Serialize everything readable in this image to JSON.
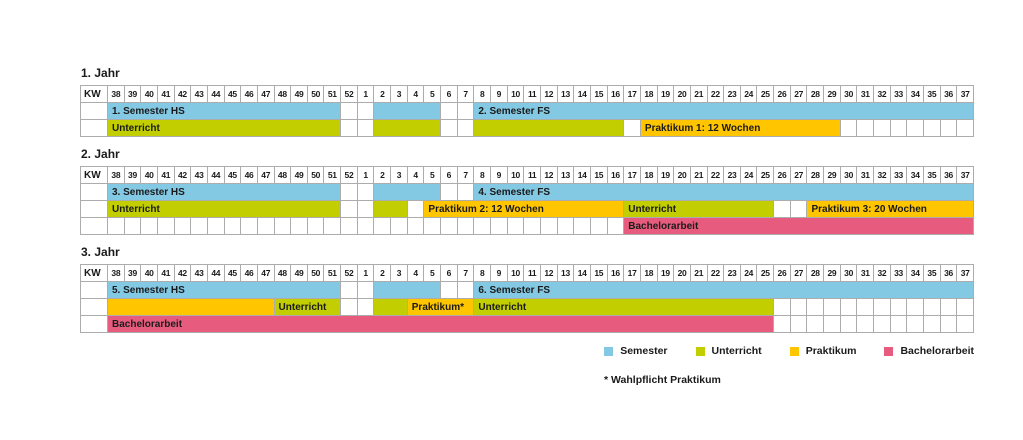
{
  "colors": {
    "semester": "#84c9e4",
    "unterricht": "#c2ce00",
    "praktikum": "#ffc600",
    "bachelorarbeit": "#e75c7e",
    "grid": "#acacac",
    "text": "#1a1a1a"
  },
  "chart_data": {
    "type": "table",
    "kw_label": "KW",
    "weeks": [
      38,
      39,
      40,
      41,
      42,
      43,
      44,
      45,
      46,
      47,
      48,
      49,
      50,
      51,
      52,
      1,
      2,
      3,
      4,
      5,
      6,
      7,
      8,
      9,
      10,
      11,
      12,
      13,
      14,
      15,
      16,
      17,
      18,
      19,
      20,
      21,
      22,
      23,
      24,
      25,
      26,
      27,
      28,
      29,
      30,
      31,
      32,
      33,
      34,
      35,
      36,
      37
    ],
    "years": [
      {
        "title": "1. Jahr",
        "rows": [
          {
            "name": "semester-row",
            "segments": [
              {
                "span": 14,
                "type": "semester",
                "label": "1. Semester HS"
              },
              {
                "span": 2,
                "type": "empty"
              },
              {
                "span": 4,
                "type": "semester",
                "label": ""
              },
              {
                "span": 2,
                "type": "empty"
              },
              {
                "span": 30,
                "type": "semester",
                "label": "2. Semester FS"
              }
            ]
          },
          {
            "name": "activity-row",
            "segments": [
              {
                "span": 14,
                "type": "unterricht",
                "label": "Unterricht"
              },
              {
                "span": 2,
                "type": "empty"
              },
              {
                "span": 4,
                "type": "unterricht",
                "label": ""
              },
              {
                "span": 2,
                "type": "empty"
              },
              {
                "span": 9,
                "type": "unterricht",
                "label": ""
              },
              {
                "span": 1,
                "type": "empty"
              },
              {
                "span": 12,
                "type": "praktikum",
                "label": "Praktikum 1: 12 Wochen"
              },
              {
                "span": 8,
                "type": "empty"
              }
            ]
          }
        ]
      },
      {
        "title": "2. Jahr",
        "rows": [
          {
            "name": "semester-row",
            "segments": [
              {
                "span": 14,
                "type": "semester",
                "label": "3. Semester HS"
              },
              {
                "span": 2,
                "type": "empty"
              },
              {
                "span": 4,
                "type": "semester",
                "label": ""
              },
              {
                "span": 2,
                "type": "empty"
              },
              {
                "span": 30,
                "type": "semester",
                "label": "4. Semester FS"
              }
            ]
          },
          {
            "name": "activity-row",
            "segments": [
              {
                "span": 14,
                "type": "unterricht",
                "label": "Unterricht"
              },
              {
                "span": 2,
                "type": "empty"
              },
              {
                "span": 2,
                "type": "unterricht",
                "label": ""
              },
              {
                "span": 1,
                "type": "empty"
              },
              {
                "span": 12,
                "type": "praktikum",
                "label": "Praktikum 2: 12 Wochen"
              },
              {
                "span": 9,
                "type": "unterricht",
                "label": "Unterricht"
              },
              {
                "span": 2,
                "type": "empty"
              },
              {
                "span": 10,
                "type": "praktikum",
                "label": "Praktikum 3: 20 Wochen"
              }
            ]
          },
          {
            "name": "bachelor-row",
            "segments": [
              {
                "span": 31,
                "type": "empty"
              },
              {
                "span": 21,
                "type": "bachelorarbeit",
                "label": "Bachelorarbeit"
              }
            ]
          }
        ]
      },
      {
        "title": "3. Jahr",
        "rows": [
          {
            "name": "semester-row",
            "segments": [
              {
                "span": 14,
                "type": "semester",
                "label": "5. Semester HS"
              },
              {
                "span": 2,
                "type": "empty"
              },
              {
                "span": 4,
                "type": "semester",
                "label": ""
              },
              {
                "span": 2,
                "type": "empty"
              },
              {
                "span": 30,
                "type": "semester",
                "label": "6. Semester FS"
              }
            ]
          },
          {
            "name": "activity-row",
            "segments": [
              {
                "span": 10,
                "type": "praktikum",
                "label": ""
              },
              {
                "span": 4,
                "type": "unterricht",
                "label": "Unterricht"
              },
              {
                "span": 2,
                "type": "empty"
              },
              {
                "span": 2,
                "type": "unterricht",
                "label": ""
              },
              {
                "span": 4,
                "type": "praktikum",
                "label": "Praktikum*"
              },
              {
                "span": 18,
                "type": "unterricht",
                "label": "Unterricht"
              },
              {
                "span": 12,
                "type": "empty"
              }
            ]
          },
          {
            "name": "bachelor-row",
            "segments": [
              {
                "span": 40,
                "type": "bachelorarbeit",
                "label": "Bachelorarbeit"
              },
              {
                "span": 12,
                "type": "empty"
              }
            ]
          }
        ]
      }
    ],
    "legend": [
      {
        "label": "Semester",
        "type": "semester"
      },
      {
        "label": "Unterricht",
        "type": "unterricht"
      },
      {
        "label": "Praktikum",
        "type": "praktikum"
      },
      {
        "label": "Bachelorarbeit",
        "type": "bachelorarbeit"
      }
    ],
    "footnote": "* Wahlpflicht Praktikum"
  }
}
